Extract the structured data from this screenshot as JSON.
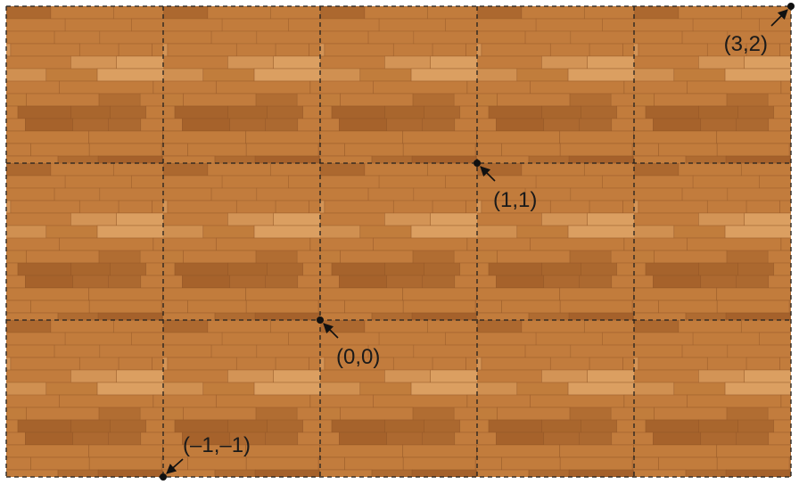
{
  "grid": {
    "columns": 5,
    "rows": 3
  },
  "colors": {
    "wood_base": "#c27c3c",
    "wood_light": "#dca062",
    "wood_dark": "#a4612a",
    "plank_line": "#8a4e20",
    "grid_line": "#1f1f1f",
    "point": "#111111"
  },
  "points": [
    {
      "id": "origin",
      "label": "(0,0)",
      "coord": [
        0,
        0
      ]
    },
    {
      "id": "one-one",
      "label": "(1,1)",
      "coord": [
        1,
        1
      ]
    },
    {
      "id": "three-two",
      "label": "(3,2)",
      "coord": [
        3,
        2
      ]
    },
    {
      "id": "minus-one",
      "label": "(–1,–1)",
      "coord": [
        -1,
        -1
      ]
    }
  ]
}
